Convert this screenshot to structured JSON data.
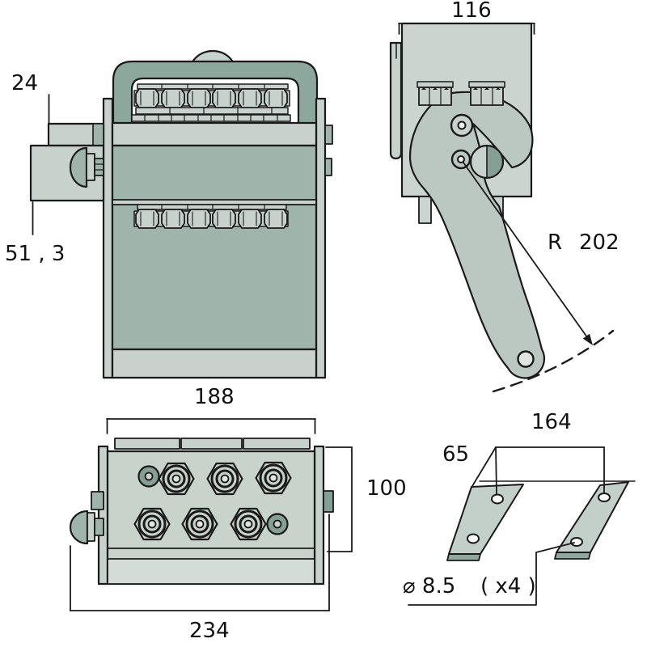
{
  "drawing": {
    "type": "technical-drawing",
    "views": {
      "front_view": "coupling block front view with carrying handle",
      "side_view": "coupling block side view with release lever swing arc",
      "bottom_view": "coupling block bottom view with six hex couplings",
      "plates_view": "mounting plates isometric view"
    },
    "labels": {
      "dim_24": "24",
      "dim_51_3": "51 , 3",
      "dim_116": "116",
      "radius_prefix": "R",
      "radius_value": "202",
      "dim_188": "188",
      "dim_100": "100",
      "dim_234": "234",
      "dim_164": "164",
      "dim_65": "65",
      "hole_diameter": "⌀ 8.5",
      "hole_count": "( x4 )"
    },
    "colors": {
      "outline": "#1a1a1a",
      "light_panel": "#c7d2cc",
      "lighter_panel": "#d3dcd6",
      "mid_panel": "#9fb5ab",
      "handle_dark": "#8ca79c",
      "accent_dark": "#84a094",
      "lever_fill": "#bac8c1",
      "block_fill": "#cad5cf",
      "background": "#ffffff"
    }
  }
}
